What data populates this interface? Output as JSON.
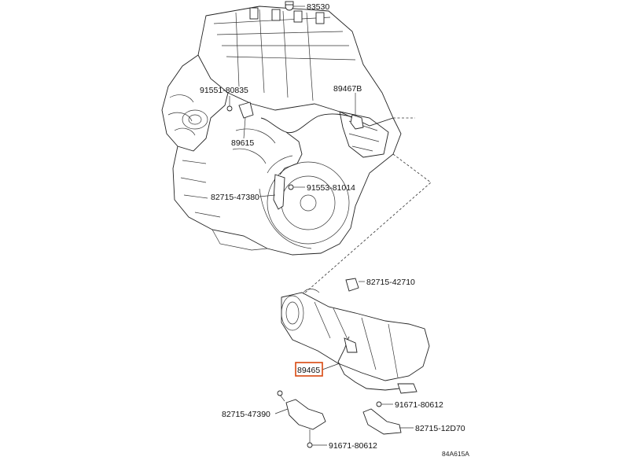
{
  "diagram": {
    "labels": {
      "p83530": "83530",
      "p91551": "91551-80835",
      "p89467b": "89467B",
      "p89615": "89615",
      "p82715_47380": "82715-47380",
      "p91553": "91553-81014",
      "p82715_42710": "82715-42710",
      "p89465": "89465",
      "p91671_a": "91671-80612",
      "p82715_47390": "82715-47390",
      "p82715_12d70": "82715-12D70",
      "p91671_b": "91671-80612",
      "code": "84A615A"
    },
    "highlight_color": "#d9480f"
  }
}
